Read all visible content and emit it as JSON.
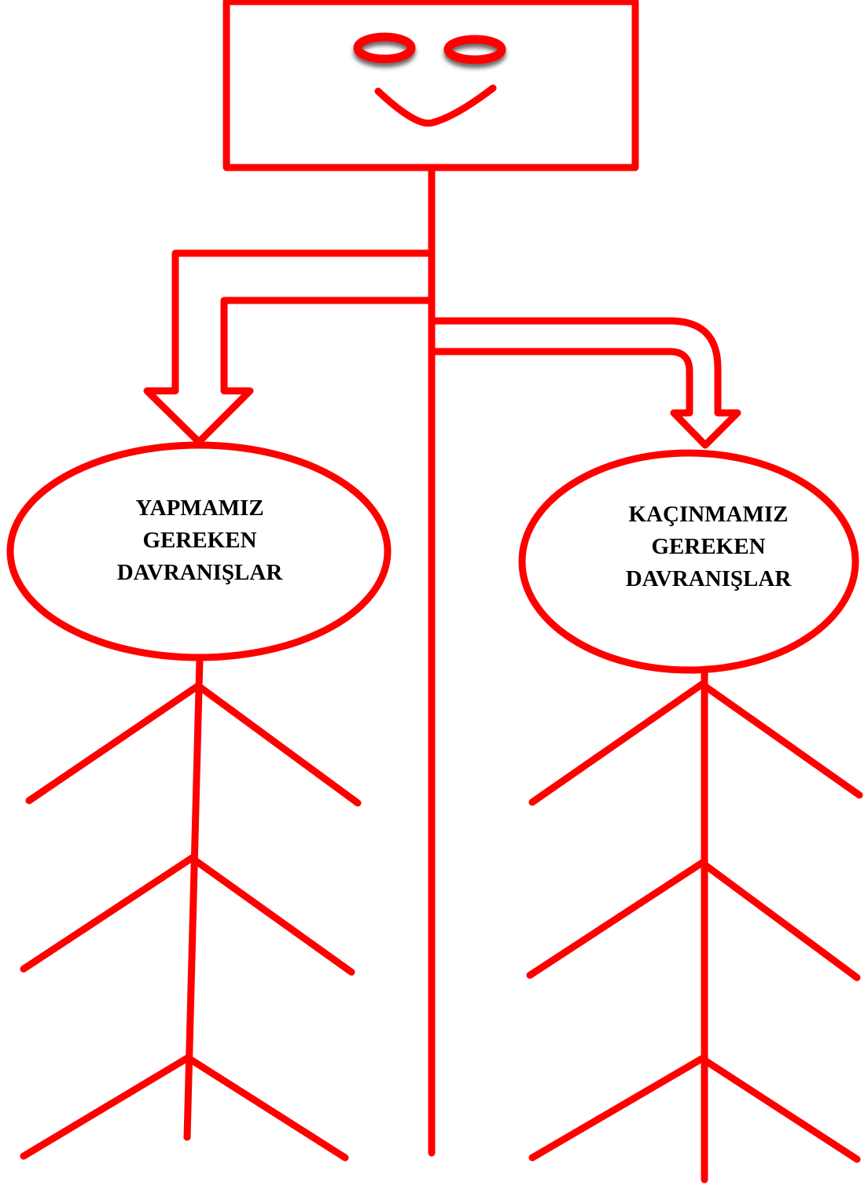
{
  "colors": {
    "stroke": "#ff0000",
    "background": "#ffffff",
    "text": "#000000",
    "eye_shadow": "#555555"
  },
  "face": {
    "eyes": "ring-eye-icon",
    "mouth": "smile-icon"
  },
  "left_node": {
    "lines": [
      "YAPMAMIZ",
      "GEREKEN",
      "DAVRANIŞLAR"
    ]
  },
  "right_node": {
    "lines": [
      "KAÇINMAMIZ",
      "GEREKEN",
      "DAVRANIŞLAR"
    ]
  }
}
